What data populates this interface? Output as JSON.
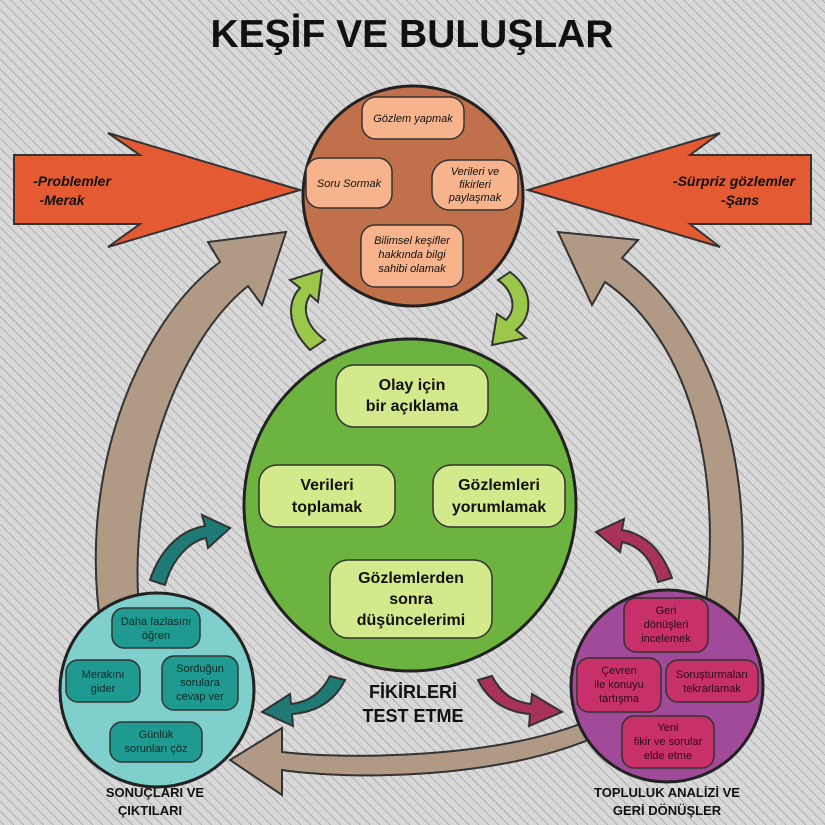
{
  "title": "KEŞİF VE BULUŞLAR",
  "left_arrow": {
    "lines": [
      "-Problemler",
      "-Merak"
    ]
  },
  "right_arrow": {
    "lines": [
      "-Sürpriz gözlemler",
      "-Şans"
    ]
  },
  "top_circle": {
    "items": [
      {
        "lines": [
          "Gözlem yapmak"
        ]
      },
      {
        "lines": [
          "Soru Sormak"
        ]
      },
      {
        "lines": [
          "Verileri ve",
          "fikirleri",
          "paylaşmak"
        ]
      },
      {
        "lines": [
          "Bilimsel keşifler",
          "hakkında bilgi",
          "sahibi olamak"
        ]
      }
    ]
  },
  "center_circle": {
    "items": [
      {
        "lines": [
          "Olay için",
          "bir açıklama"
        ]
      },
      {
        "lines": [
          "Verileri",
          "toplamak"
        ]
      },
      {
        "lines": [
          "Gözlemleri",
          "yorumlamak"
        ]
      },
      {
        "lines": [
          "Gözlemlerden",
          "sonra",
          "düşüncelerimi"
        ]
      }
    ],
    "caption": [
      "FİKİRLERİ",
      "TEST ETME"
    ]
  },
  "left_circle": {
    "items": [
      {
        "lines": [
          "Daha fazlasını",
          "öğren"
        ]
      },
      {
        "lines": [
          "Merakını",
          "gider"
        ]
      },
      {
        "lines": [
          "Sorduğun",
          "sorulara",
          "cevap ver"
        ]
      },
      {
        "lines": [
          "Günlük",
          "sorunları çöz"
        ]
      }
    ],
    "caption": [
      "SONUÇLARI VE",
      "ÇIKTILARI"
    ]
  },
  "right_circle": {
    "items": [
      {
        "lines": [
          "Geri",
          "dönüşleri",
          "incelemek"
        ]
      },
      {
        "lines": [
          "Çevren",
          "ile konuyu",
          "tartışma"
        ]
      },
      {
        "lines": [
          "Soruşturmaları",
          "tekrarlamak"
        ]
      },
      {
        "lines": [
          "Yeni",
          "fikir ve sorular",
          "elde etme"
        ]
      }
    ],
    "caption": [
      "TOPLULUK ANALİZİ VE",
      "GERİ DÖNÜŞLER"
    ]
  },
  "colors": {
    "top_circle": "#c0704a",
    "top_box": "#f7b48c",
    "center_circle": "#6db33f",
    "center_box": "#d2ea8c",
    "left_circle": "#7fd0cc",
    "left_box": "#1e9a90",
    "right_circle": "#a24a9a",
    "right_box": "#c8306a",
    "side_arrows": "#e45a32",
    "loop_arrows": "#b09a86",
    "green_arrows": "#9bc84a",
    "teal_arrows": "#1f7a76",
    "crimson_arrows": "#a8325a"
  }
}
